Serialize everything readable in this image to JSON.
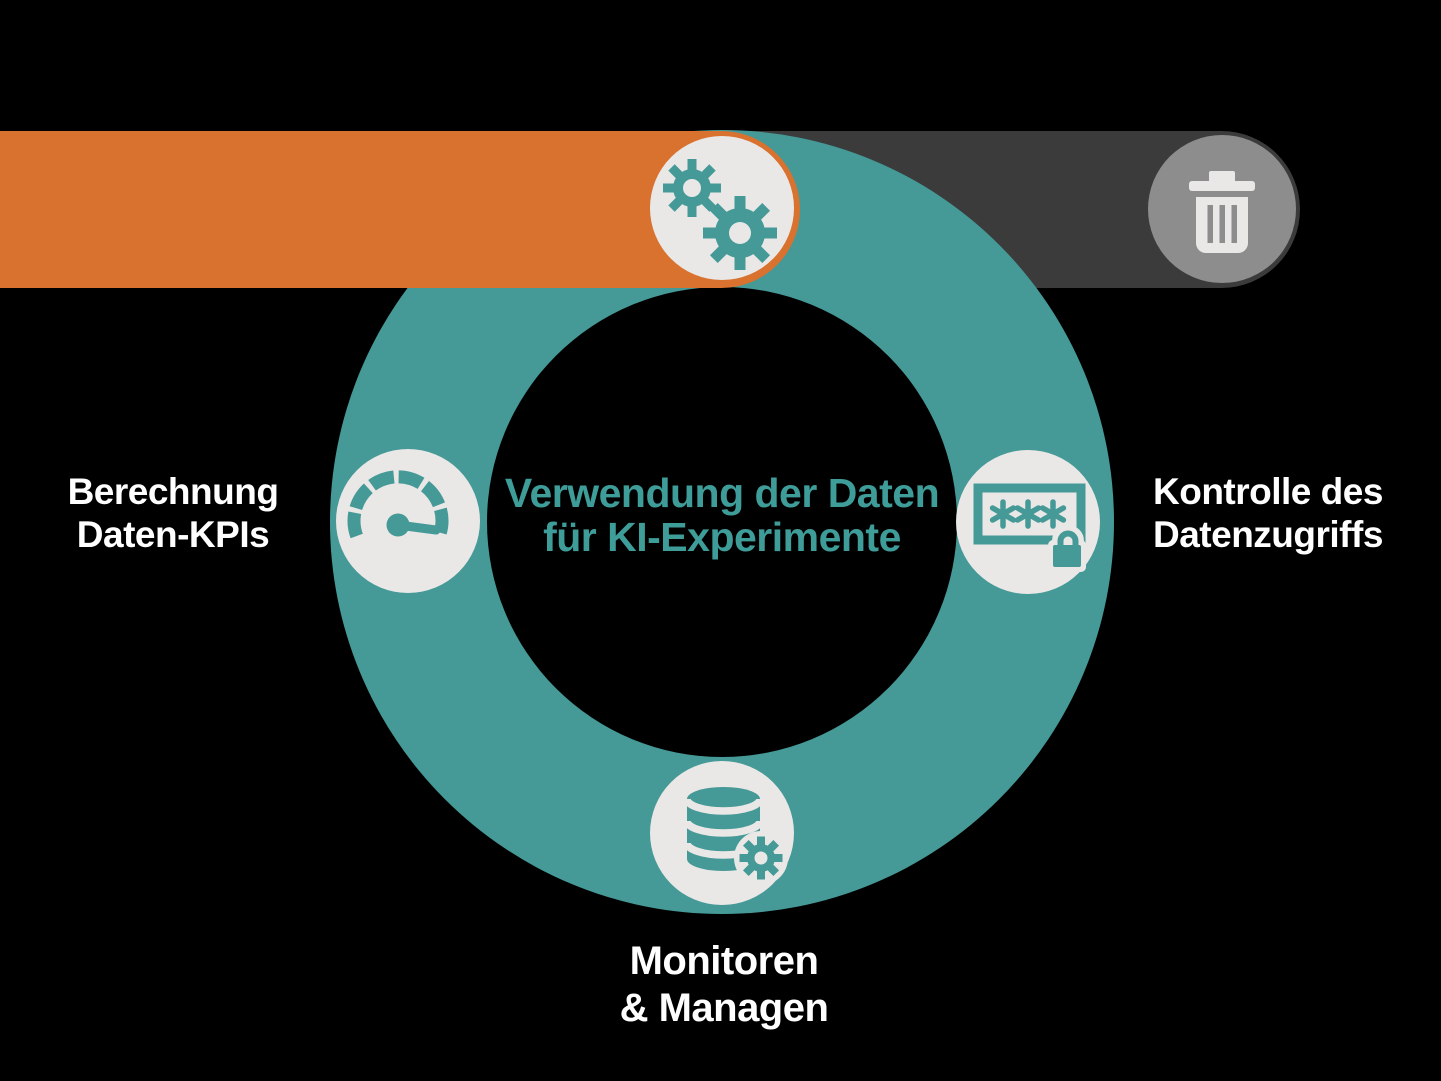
{
  "colors": {
    "background": "#000000",
    "orange": "#D8722E",
    "teal": "#459997",
    "dark-bar": "#3B3B3B",
    "trash-circle": "#8D8D8D",
    "icon-circle": "#E9E8E6",
    "center-text": "#3E9C99",
    "label-text": "#FFFFFF"
  },
  "title": {
    "line1": "Verwendung der Daten",
    "line2": "für KI-Experimente"
  },
  "labels": {
    "left": {
      "line1": "Berechnung",
      "line2": "Daten-KPIs"
    },
    "right": {
      "line1": "Kontrolle des",
      "line2": "Datenzugriffs"
    },
    "bottom": {
      "line1": "Monitoren",
      "line2": "& Managen"
    }
  },
  "icons": {
    "top": "gears-icon",
    "left": "gauge-icon",
    "right": "password-lock-icon",
    "bottom": "database-gear-icon",
    "end": "trash-icon"
  }
}
